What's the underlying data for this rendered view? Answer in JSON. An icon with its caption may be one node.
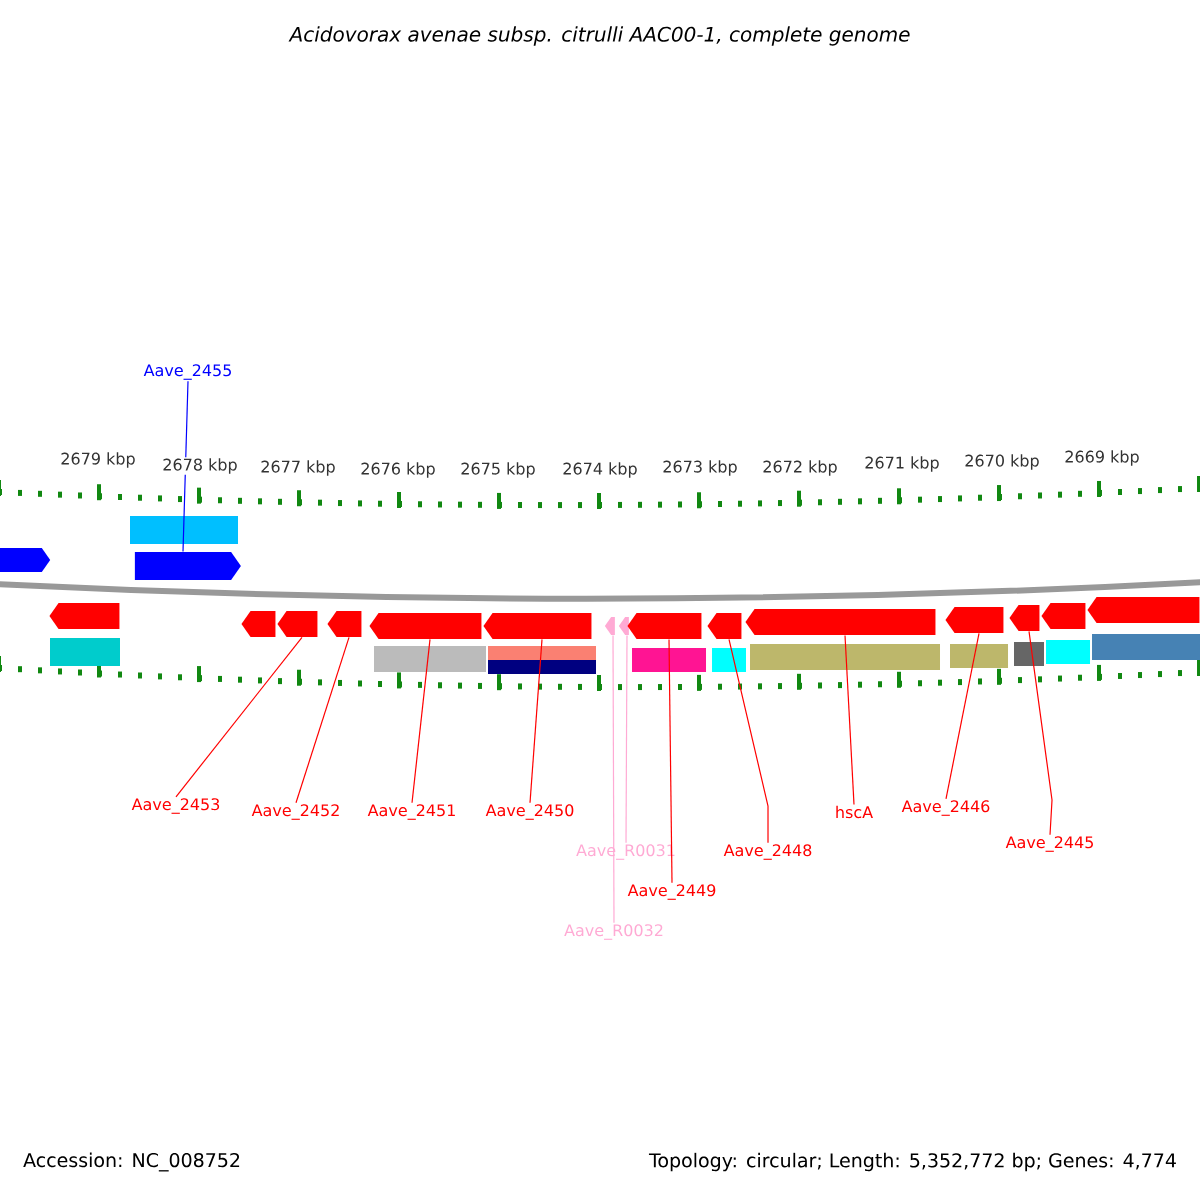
{
  "diagram": {
    "title": "Acidovorax avenae subsp. citrulli AAC00-1, complete genome",
    "nodes": [
      {
        "text": [],
        "shape": "arrow"
      },
      {
        "text": [],
        "shape": "arrow"
      },
      {
        "text": [],
        "shape": "arrow"
      },
      {
        "text": [],
        "shape": "arrow"
      },
      {
        "text": [],
        "shape": "arrow"
      },
      {
        "text": [],
        "shape": "arrow"
      },
      {
        "text": [],
        "shape": "arrow"
      },
      {
        "text": [],
        "shape": "arrow"
      },
      {
        "text": [],
        "shape": "arrow"
      },
      {
        "text": [],
        "shape": "arrow"
      },
      {
        "text": [],
        "shape": "arrow"
      },
      {
        "text": [],
        "shape": "arrow"
      },
      {
        "text": [
          "Aave_2455"
        ]
      },
      {
        "text": [
          "Aave_2453"
        ]
      },
      {
        "text": [
          "Aave_2452"
        ]
      },
      {
        "text": [
          "Aave_2451"
        ]
      },
      {
        "text": [
          "Aave_2450"
        ]
      },
      {
        "text": [
          "Aave_R0031"
        ]
      },
      {
        "text": [
          "Aave_R0032"
        ]
      },
      {
        "text": [
          "Aave_2449"
        ]
      },
      {
        "text": [
          "Aave_2448"
        ]
      },
      {
        "text": [
          "hscA"
        ]
      },
      {
        "text": [
          "Aave_2446"
        ]
      },
      {
        "text": [
          "Aave_2445"
        ]
      },
      {
        "text": [],
        "shape": "arrow"
      },
      {
        "text": [],
        "shape": "arrow"
      },
      {
        "text": [],
        "shape": "arrow"
      },
      {
        "text": [],
        "shape": "arrow"
      },
      {
        "text": [],
        "shape": "arrow"
      }
    ],
    "edges": [
      {
        "from": 12,
        "to": 0,
        "arrow": "none",
        "color": "#0000ff"
      },
      {
        "from": 13,
        "to": 1,
        "arrow": "none"
      },
      {
        "from": 14,
        "to": 2,
        "arrow": "none"
      },
      {
        "from": 15,
        "to": 3,
        "arrow": "none"
      },
      {
        "from": 16,
        "to": 4,
        "arrow": "none"
      },
      {
        "from": 17,
        "to": 6,
        "arrow": "none",
        "color": "#ffaad4"
      },
      {
        "from": 18,
        "to": 5,
        "arrow": "none",
        "color": "#ffaad4"
      },
      {
        "from": 19,
        "to": 7,
        "arrow": "none"
      },
      {
        "from": 20,
        "to": 8,
        "arrow": "none"
      },
      {
        "from": 21,
        "to": 9,
        "arrow": "none"
      },
      {
        "from": 22,
        "to": 10,
        "arrow": "none"
      },
      {
        "from": 23,
        "to": 11,
        "arrow": "none"
      }
    ],
    "labels": [
      "2679 kbp",
      "2678 kbp",
      "2677 kbp",
      "2676 kbp",
      "2675 kbp",
      "2674 kbp",
      "2673 kbp",
      "2672 kbp",
      "2671 kbp",
      "2670 kbp",
      "2669 kbp",
      "Accession: NC_008752",
      "Topology: circular; Length: 5,352,772 bp; Genes: 4,774"
    ]
  }
}
